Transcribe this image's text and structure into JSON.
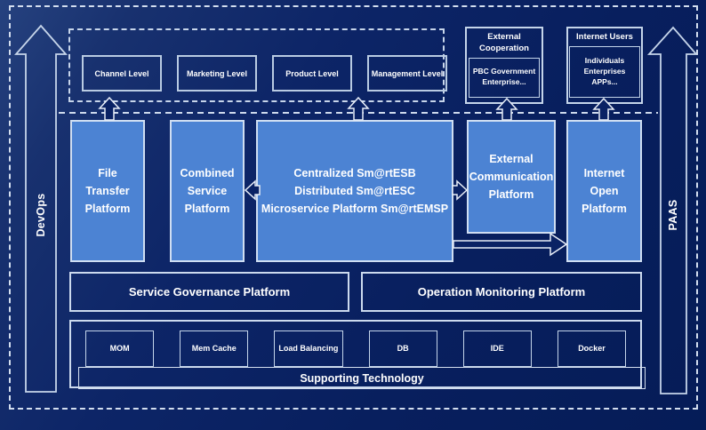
{
  "rails": {
    "devops": "DevOps",
    "paas": "PAAS"
  },
  "levels": {
    "items": [
      "Channel Level",
      "Marketing Level",
      "Product Level",
      "Management Level"
    ]
  },
  "external_cooperation": {
    "title": "External Cooperation",
    "members": "PBC Government Enterprise..."
  },
  "internet_users": {
    "title": "Internet Users",
    "members": "Individuals Enterprises APPs..."
  },
  "platforms": {
    "file_transfer": "File Transfer Platform",
    "combined_service": "Combined Service Platform",
    "centralized": {
      "lines": [
        "Centralized Sm@rtESB",
        "Distributed Sm@rtESC",
        "Microservice Platform Sm@rtEMSP"
      ]
    },
    "external_communication": "External Communication Platform",
    "internet_open": "Internet Open Platform"
  },
  "governance": {
    "service_governance": "Service Governance Platform",
    "operation_monitoring": "Operation Monitoring Platform"
  },
  "supporting": {
    "title": "Supporting Technology",
    "items": [
      "MOM",
      "Mem Cache",
      "Load Balancing",
      "DB",
      "IDE",
      "Docker"
    ]
  },
  "colors": {
    "background": "#0a2163",
    "platform_fill": "#4c83d3",
    "border_light": "#cfdef2",
    "text": "#ffffff"
  },
  "icons": {
    "up_arrow": "flow-up-arrow",
    "left_arrow": "flow-left-arrow",
    "right_arrow": "flow-right-arrow"
  }
}
